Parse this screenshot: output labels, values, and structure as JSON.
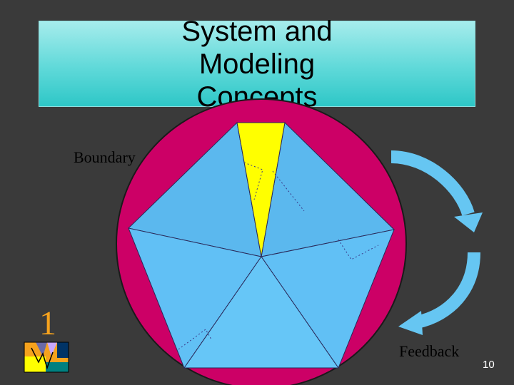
{
  "slide": {
    "title": "System and Modeling Concepts",
    "page_number": "10"
  },
  "diagram": {
    "labels": {
      "boundary": "Boundary",
      "feedback": "Feedback"
    },
    "colors": {
      "boundary_circle": "#cc0066",
      "segments": "#5bb8ee",
      "highlight_segment": "#ffff00",
      "feedback_arrows": "#66c6f2"
    }
  },
  "logo": {
    "numeral": "1",
    "colors": [
      "#f5a21d",
      "#ffff00",
      "#6a6aa8",
      "#c8a8ff",
      "#008080",
      "#003366"
    ]
  },
  "colors": {
    "background": "#3a3a3a",
    "title_box": "#5fd9d9"
  }
}
